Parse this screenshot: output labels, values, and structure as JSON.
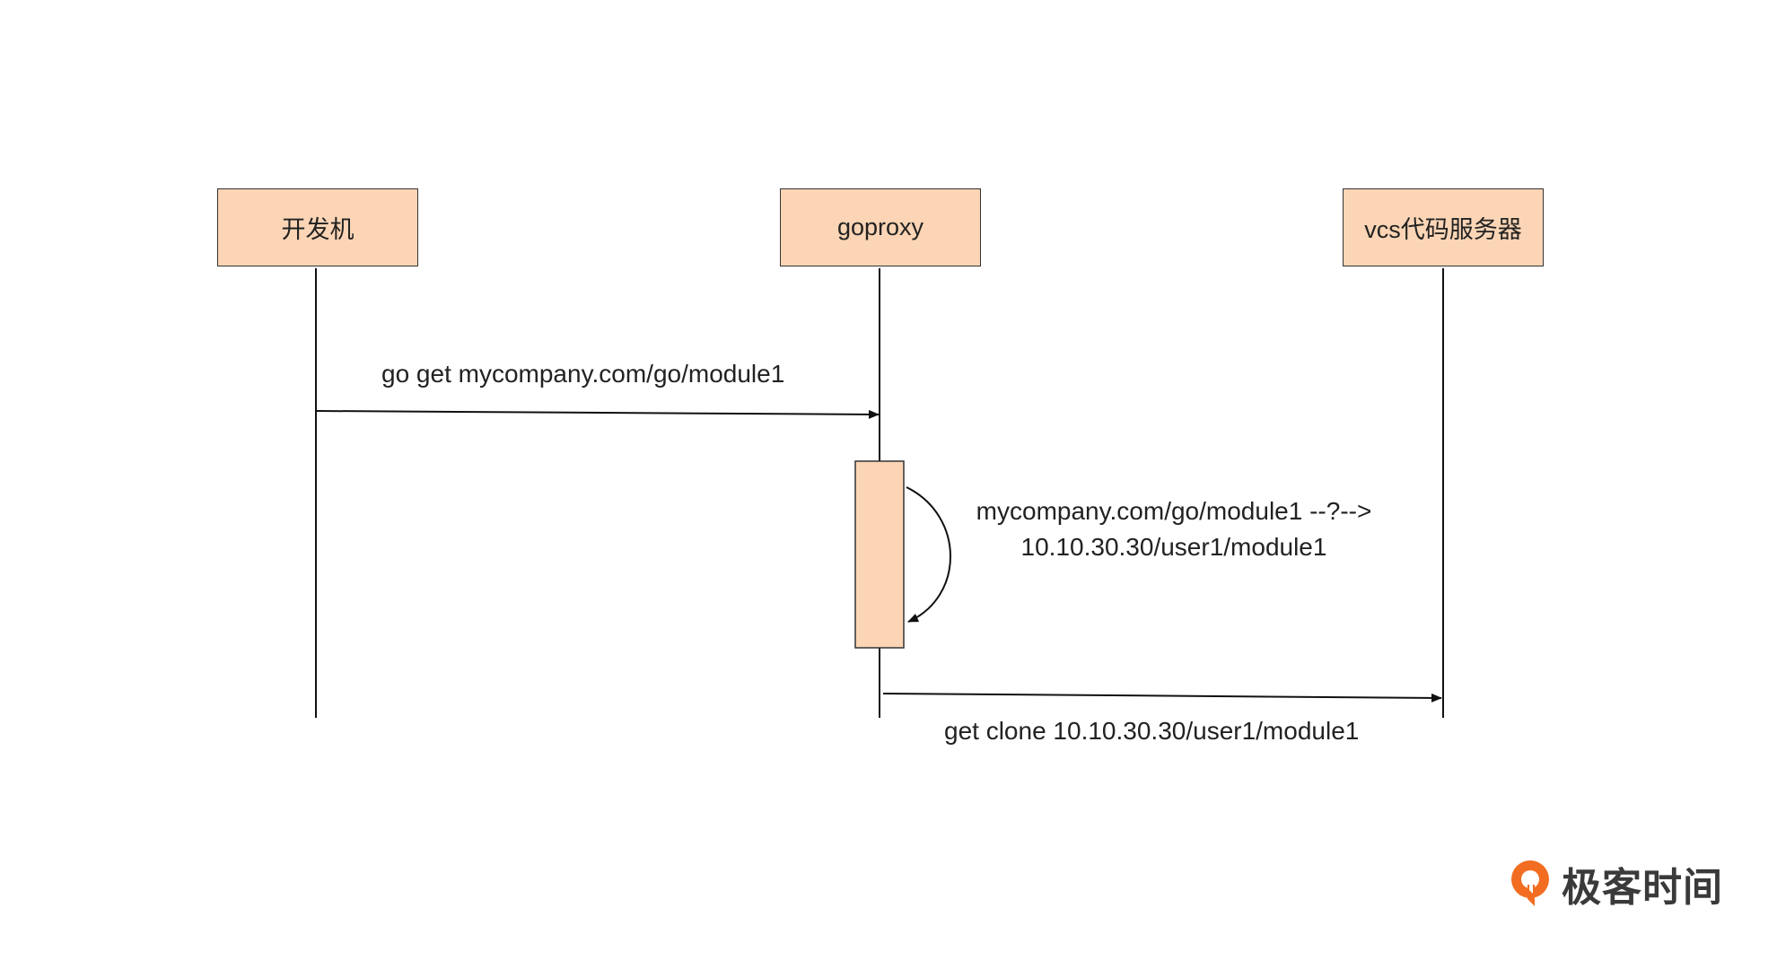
{
  "actors": [
    {
      "id": "dev",
      "label": "开发机"
    },
    {
      "id": "proxy",
      "label": "goproxy"
    },
    {
      "id": "vcs",
      "label": "vcs代码服务器"
    }
  ],
  "messages": [
    {
      "id": "m1",
      "from": "dev",
      "to": "proxy",
      "label": "go get mycompany.com/go/module1"
    },
    {
      "id": "m2",
      "from": "proxy",
      "to": "proxy",
      "label_line1": "mycompany.com/go/module1 --?-->",
      "label_line2": "10.10.30.30/user1/module1"
    },
    {
      "id": "m3",
      "from": "proxy",
      "to": "vcs",
      "label": "get clone 10.10.30.30/user1/module1"
    }
  ],
  "brand": {
    "name": "极客时间",
    "logo_icon": "geektime-logo-icon"
  },
  "colors": {
    "box_fill": "#fbd5b5",
    "line": "#111111",
    "brand_orange": "#f26d21"
  }
}
